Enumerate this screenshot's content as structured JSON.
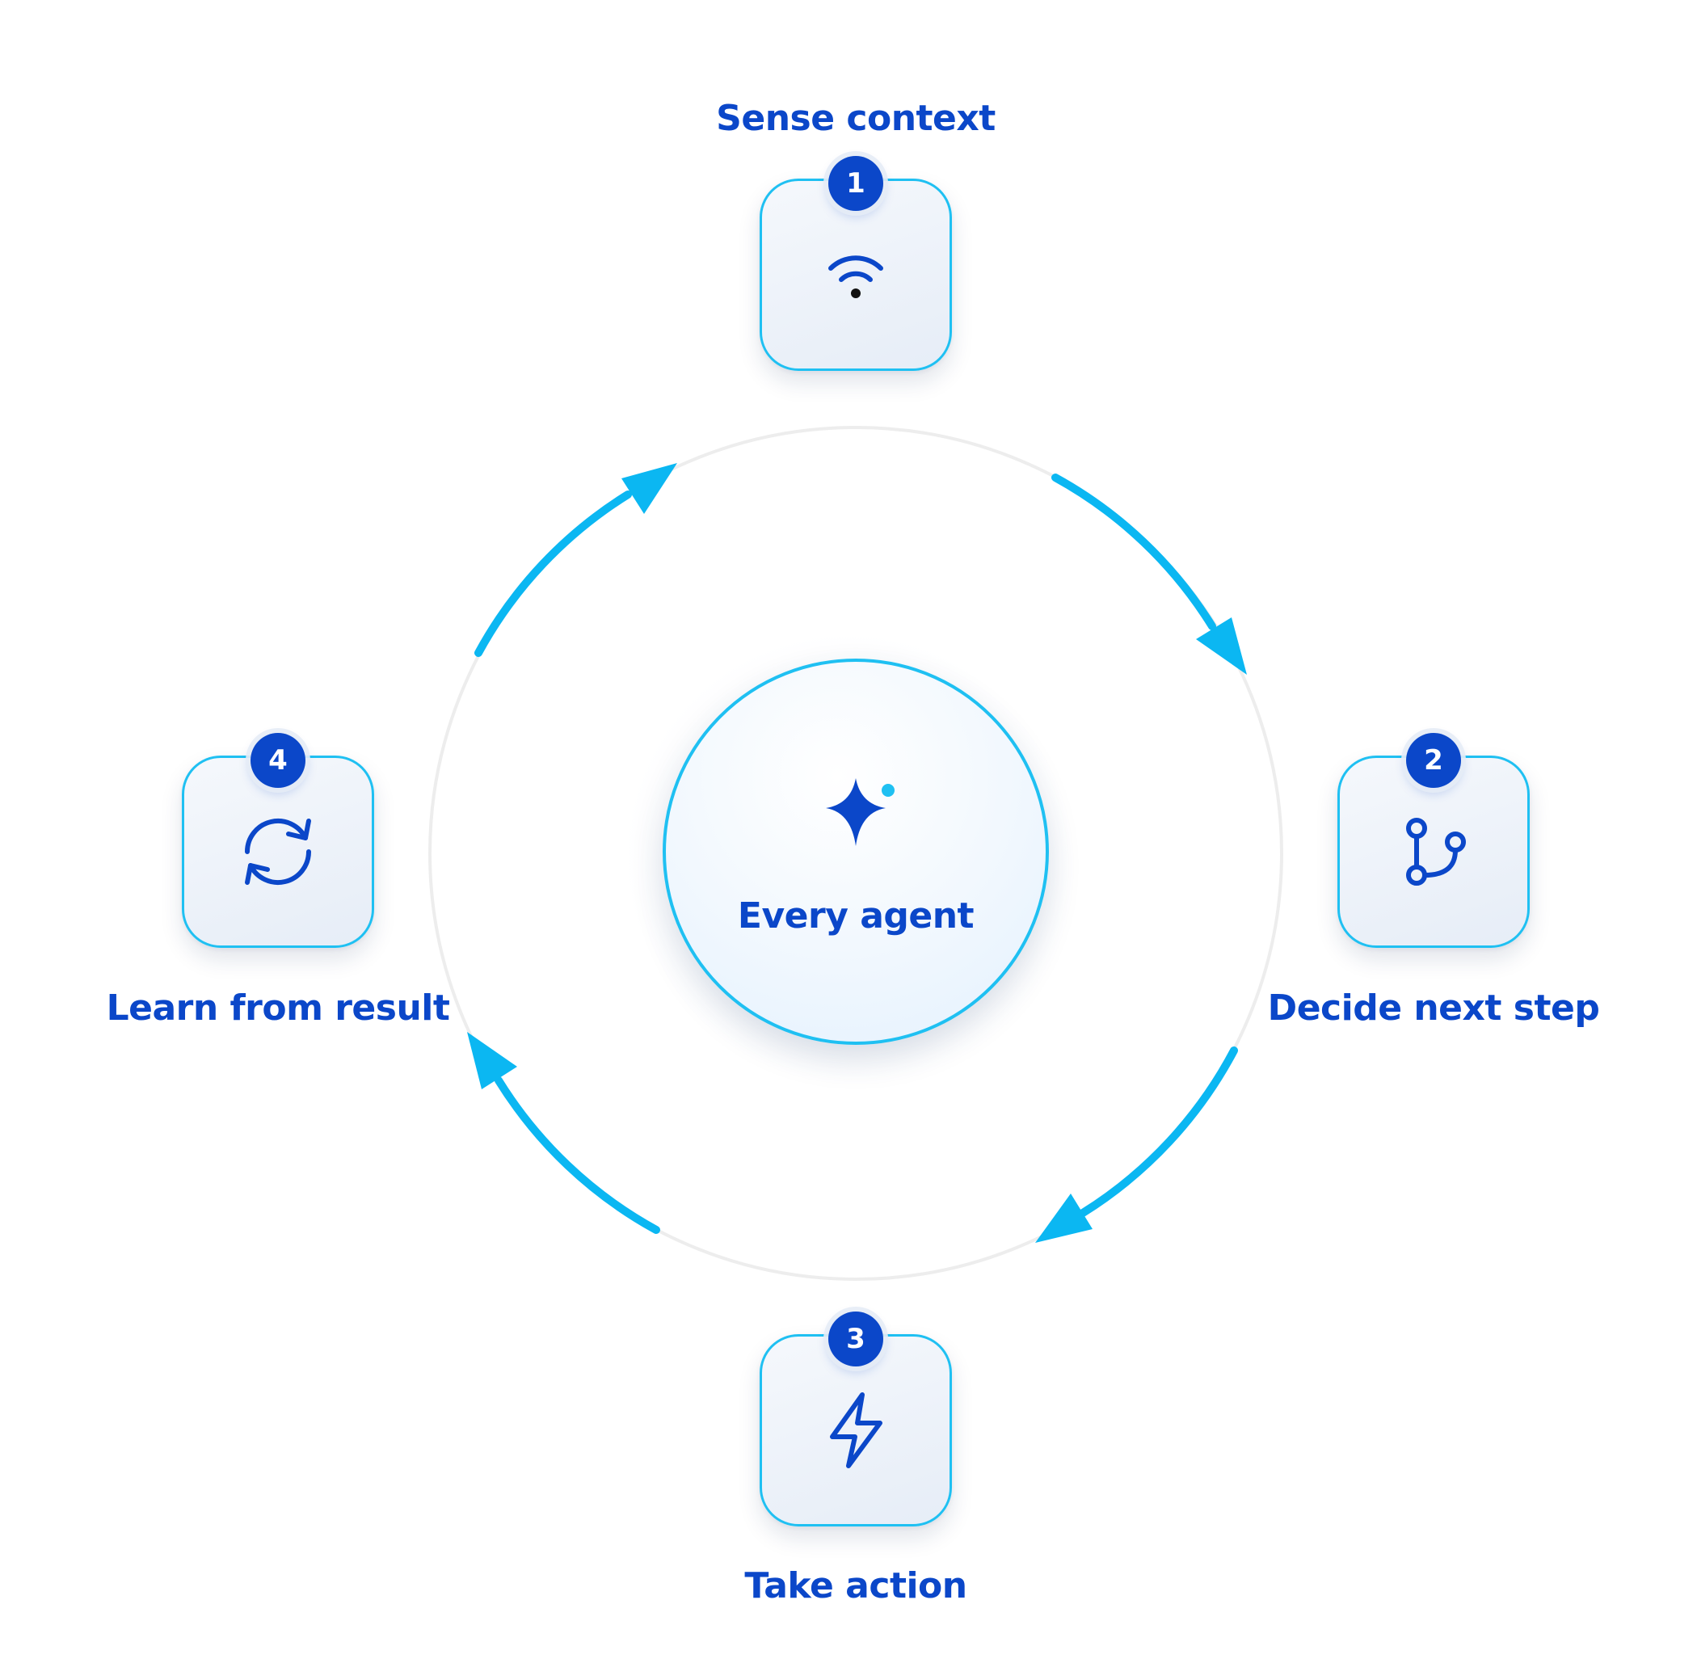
{
  "center": {
    "label": "Every agent",
    "icon": "sparkle-icon"
  },
  "steps": [
    {
      "number": "1",
      "label": "Sense context",
      "icon": "wifi-icon"
    },
    {
      "number": "2",
      "label": "Decide next step",
      "icon": "git-branch-icon"
    },
    {
      "number": "3",
      "label": "Take action",
      "icon": "lightning-bolt-icon"
    },
    {
      "number": "4",
      "label": "Learn from result",
      "icon": "refresh-cycle-icon"
    }
  ],
  "colors": {
    "primary": "#0b47c9",
    "accent": "#1fc0f2",
    "arrow": "#0bb7f2",
    "ring": "#ededed",
    "card_bg": "#eaf0f8"
  }
}
